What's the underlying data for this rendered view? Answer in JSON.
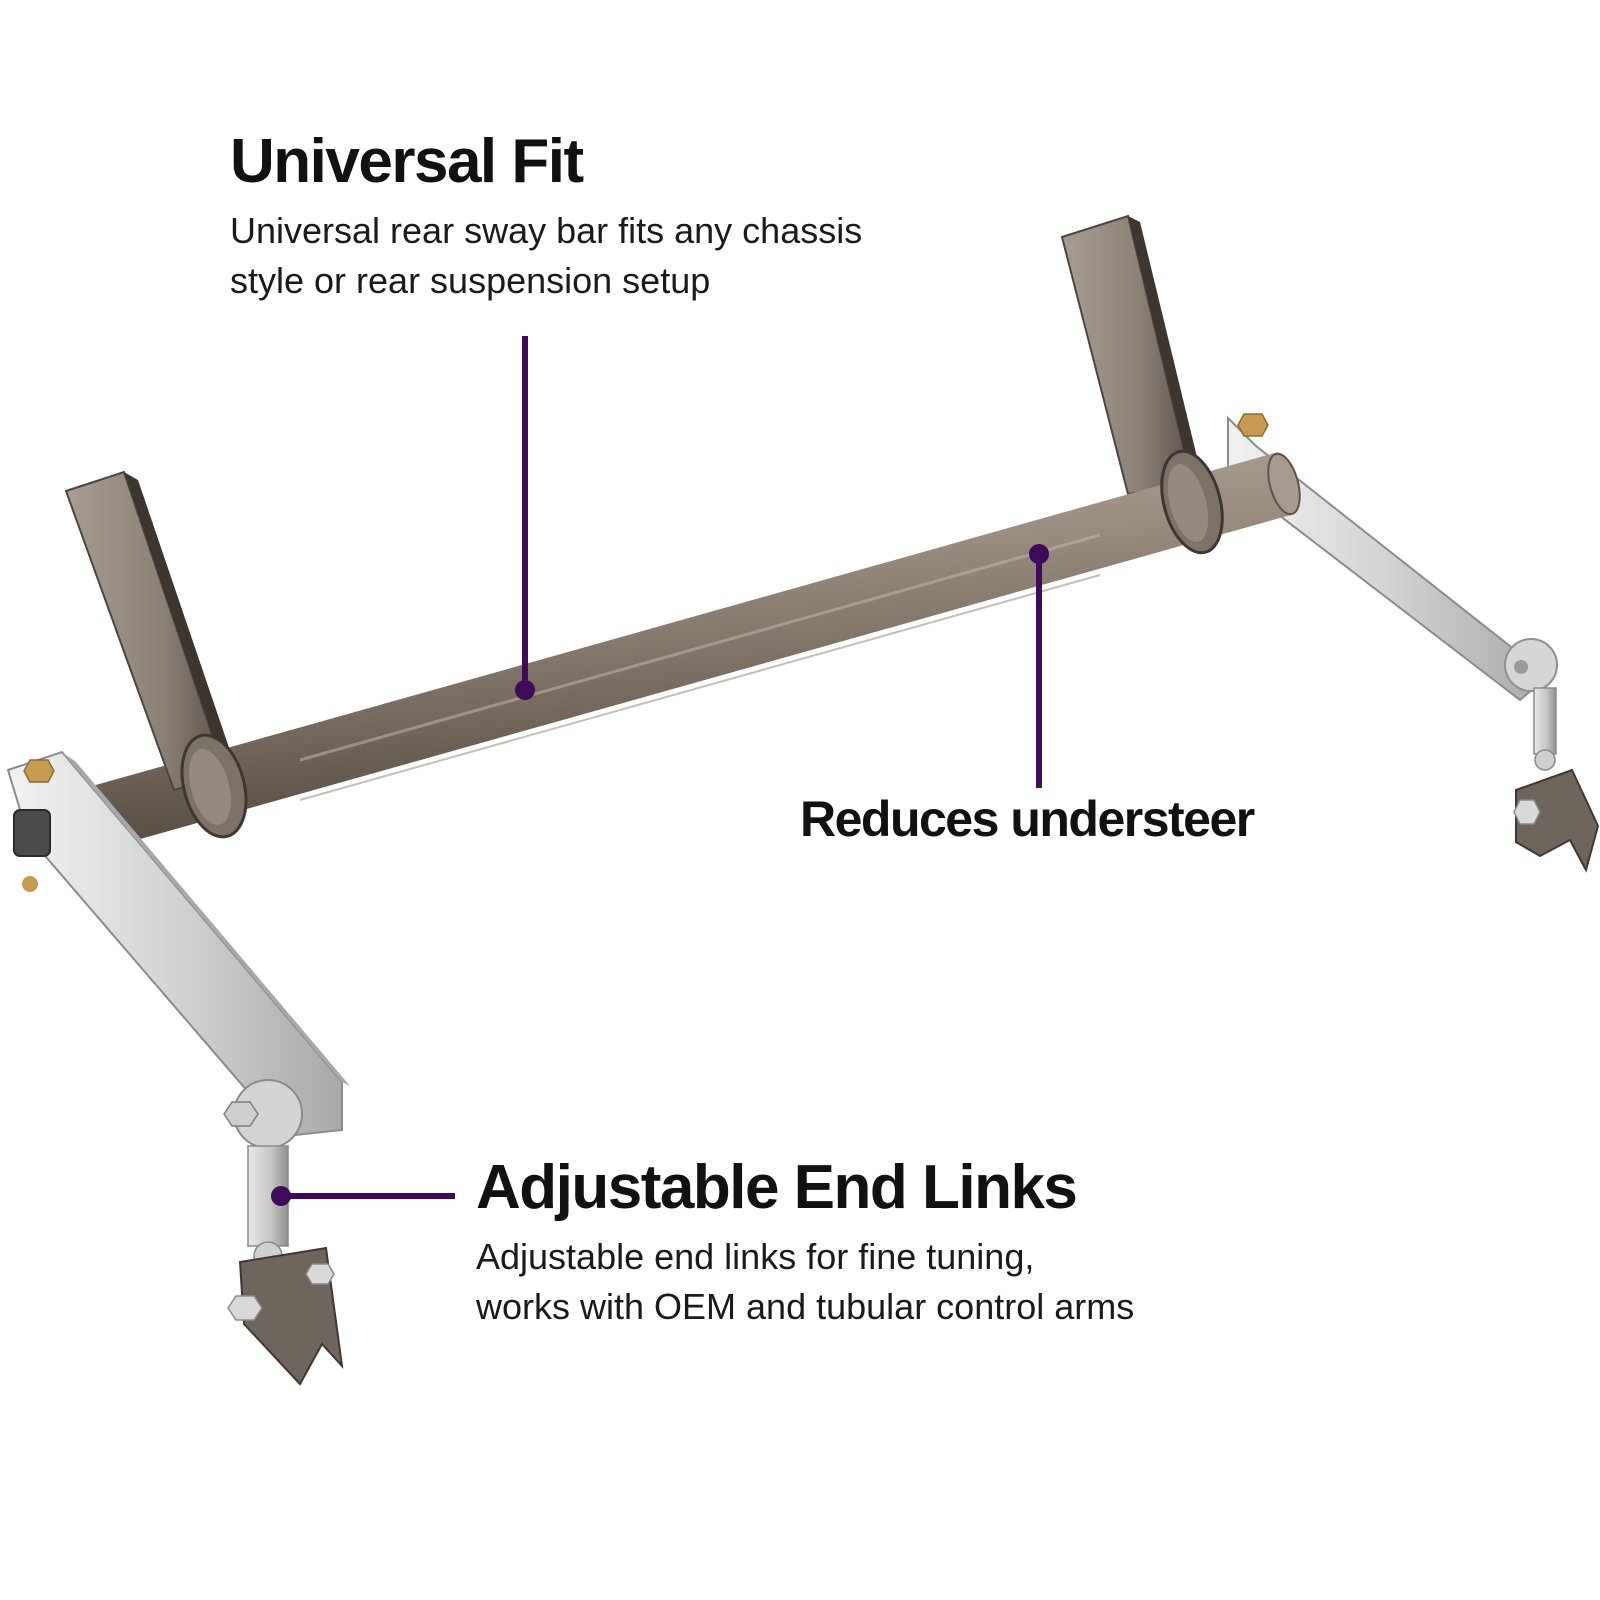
{
  "callouts": {
    "universal_fit": {
      "title": "Universal Fit",
      "lines": [
        "Universal rear sway bar fits any chassis",
        "style or rear suspension setup"
      ]
    },
    "reduces_understeer": {
      "title": "Reduces understeer"
    },
    "adjustable_end_links": {
      "title": "Adjustable End Links",
      "lines": [
        "Adjustable end links for fine tuning,",
        "works with OEM and tubular control arms"
      ]
    }
  },
  "colors": {
    "background": "#ffffff",
    "leader_line": "#3f0a5c",
    "heading_text": "#111111",
    "body_text": "#1a1a1a"
  },
  "product_image": {
    "subject": "rear sway bar assembly",
    "icon": "sway-bar-product-photo"
  }
}
